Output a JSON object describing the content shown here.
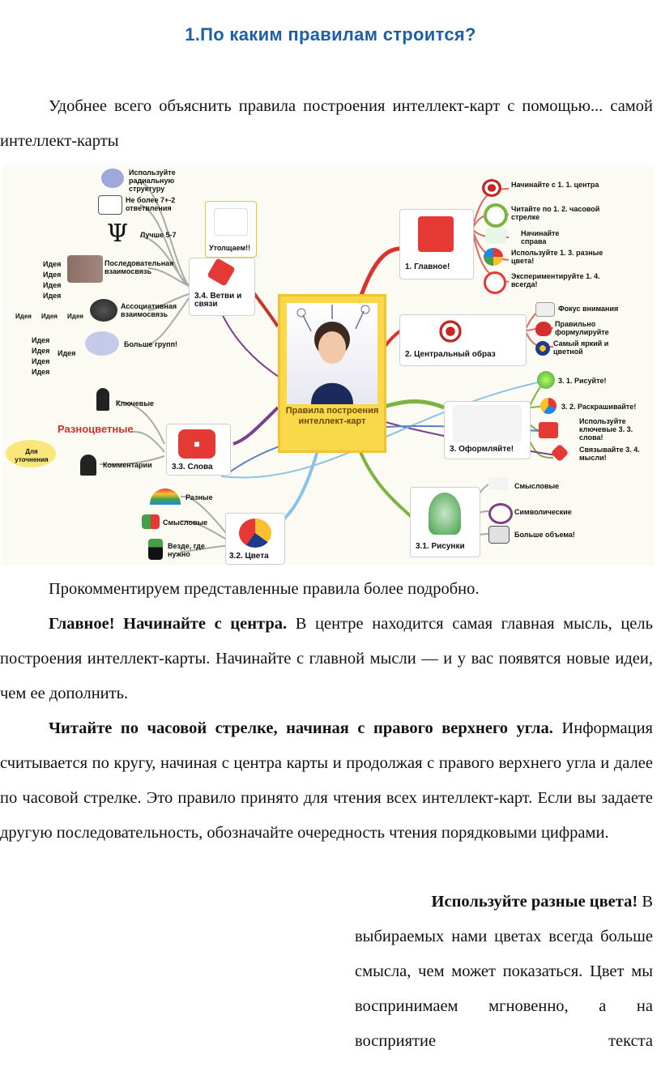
{
  "title": "1.По каким правилам строится?",
  "intro": "Удобнее всего объяснить правила построения интеллект-карт с помощью... самой интеллект-карты",
  "mindmap": {
    "center_label": "Правила построения интеллект-карт",
    "branch1": {
      "title": "1. Главное!",
      "items": [
        "Начинайте с 1. 1. центра",
        "Читайте по 1. 2. часовой стрелке",
        "Начинайте справа",
        "Используйте 1. 3. разные цвета!",
        "Экспериментируйте 1. 4. всегда!"
      ]
    },
    "branch2": {
      "title": "2. Центральный образ",
      "items": [
        "Фокус внимания",
        "Правильно формулируйте",
        "Самый яркий и цветной"
      ]
    },
    "branch3": {
      "title": "3. Оформляйте!",
      "items": [
        "3. 1. Рисуйте!",
        "3. 2. Раскрашивайте!",
        "Используйте ключевые 3. 3. слова!",
        "Связывайте 3. 4. мысли!"
      ]
    },
    "branch31": {
      "title": "3.1. Рисунки",
      "items": [
        "Смысловые",
        "Символические",
        "Больше объема!"
      ]
    },
    "branch32": {
      "title": "3.2. Цвета",
      "items": [
        "Разные",
        "Смысловые",
        "Везде, где нужно"
      ]
    },
    "branch33": {
      "title": "3.3. Слова",
      "items": [
        "Ключевые",
        "Разноцветные",
        "Комментарии",
        "Для уточнения"
      ]
    },
    "branch34": {
      "title": "3.4. Ветви и связи",
      "items": [
        "Используйте радиальную структуру",
        "Не более 7+-2 ответвления",
        "Лучше 5-7",
        "Последовательная взаимосвязь",
        "Ассоциативная взаимосвязь",
        "Больше групп!",
        "Утолщаем!!"
      ],
      "idea": "Идея"
    }
  },
  "p_comment": "Прокомментируем представленные правила более подробно.",
  "p_main_bold": "Главное! Начинайте с центра.",
  "p_main_text": " В центре находится самая главная мысль, цель построения интеллект-карты. Начинайте с главной мысли — и у вас появятся новые идеи, чем ее дополнить.",
  "p_clock_bold": "Читайте по часовой стрелке, начиная с правого верхнего угла.",
  "p_clock_text": " Информация считывается по кругу, начиная с центра карты и продолжая с правого верхнего угла и далее по часовой стрелке. Это правило принято для чтения всех интеллект-карт. Если вы задаете другую последовательность, обозначайте очередность чтения порядковыми цифрами.",
  "p_color_bold": "Используйте разные цвета!",
  "p_color_lead": " В",
  "p_color_text": "выбираемых нами цветах всегда больше смысла, чем может показаться. Цвет мы воспринимаем мгновенно, а на восприятие текста"
}
